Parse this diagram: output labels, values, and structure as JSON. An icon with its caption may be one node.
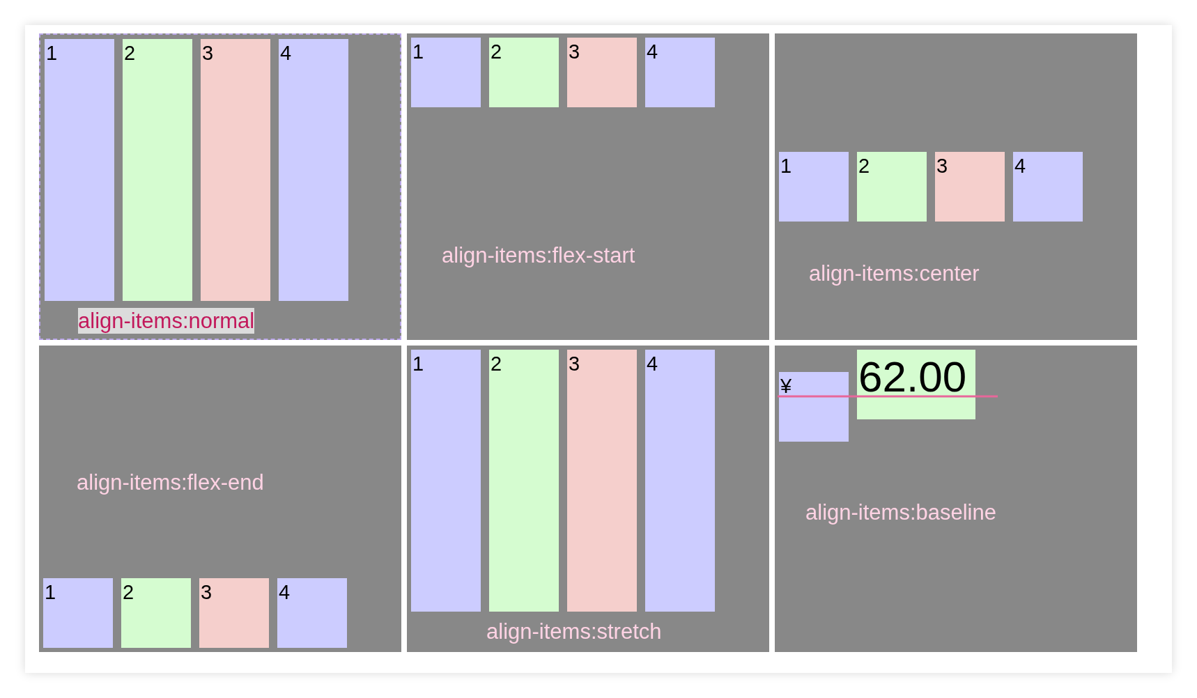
{
  "diagram": {
    "nodes": [
      {
        "text": [
          "align-items:normal"
        ]
      },
      {
        "text": [
          "1"
        ],
        "in": 0
      },
      {
        "text": [
          "2"
        ],
        "in": 0
      },
      {
        "text": [
          "3"
        ],
        "in": 0
      },
      {
        "text": [
          "4"
        ],
        "in": 0
      },
      {
        "text": [
          "align-items:flex-start"
        ]
      },
      {
        "text": [
          "1"
        ],
        "in": 5
      },
      {
        "text": [
          "2"
        ],
        "in": 5
      },
      {
        "text": [
          "3"
        ],
        "in": 5
      },
      {
        "text": [
          "4"
        ],
        "in": 5
      },
      {
        "text": [
          "align-items:center"
        ]
      },
      {
        "text": [
          "1"
        ],
        "in": 10
      },
      {
        "text": [
          "2"
        ],
        "in": 10
      },
      {
        "text": [
          "3"
        ],
        "in": 10
      },
      {
        "text": [
          "4"
        ],
        "in": 10
      },
      {
        "text": [
          "align-items:flex-end"
        ]
      },
      {
        "text": [
          "1"
        ],
        "in": 15
      },
      {
        "text": [
          "2"
        ],
        "in": 15
      },
      {
        "text": [
          "3"
        ],
        "in": 15
      },
      {
        "text": [
          "4"
        ],
        "in": 15
      },
      {
        "text": [
          "align-items:stretch"
        ]
      },
      {
        "text": [
          "1"
        ],
        "in": 20
      },
      {
        "text": [
          "2"
        ],
        "in": 20
      },
      {
        "text": [
          "3"
        ],
        "in": 20
      },
      {
        "text": [
          "4"
        ],
        "in": 20
      },
      {
        "text": [
          "align-items:baseline"
        ]
      },
      {
        "text": [
          "¥"
        ],
        "in": 25
      },
      {
        "text": [
          "62.00"
        ],
        "in": 25
      }
    ]
  }
}
